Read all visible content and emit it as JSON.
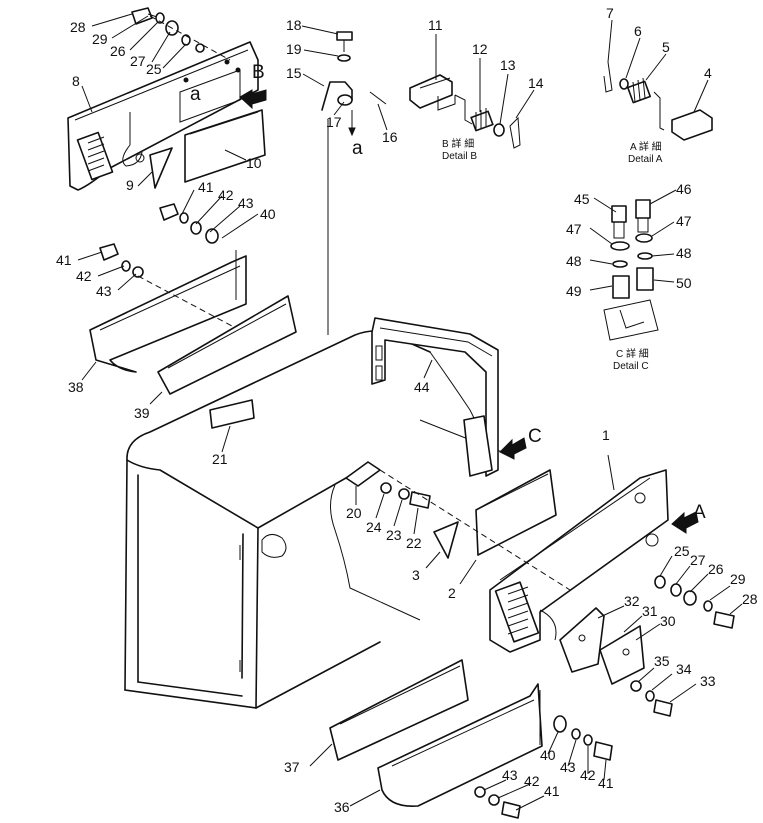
{
  "view_letters": {
    "a_upper": "a",
    "a_lower": "a",
    "B": "B",
    "A": "A",
    "C": "C"
  },
  "detail_captions": {
    "B": {
      "jp": "B 詳 細",
      "en": "Detail B"
    },
    "A": {
      "jp": "A 詳 細",
      "en": "Detail A"
    },
    "C": {
      "jp": "C 詳 細",
      "en": "Detail C"
    }
  },
  "callouts": [
    {
      "id": "c28a",
      "label": "28"
    },
    {
      "id": "c29a",
      "label": "29"
    },
    {
      "id": "c26a",
      "label": "26"
    },
    {
      "id": "c27a",
      "label": "27"
    },
    {
      "id": "c25a",
      "label": "25"
    },
    {
      "id": "c8",
      "label": "8"
    },
    {
      "id": "c9",
      "label": "9"
    },
    {
      "id": "c10",
      "label": "10"
    },
    {
      "id": "c18",
      "label": "18"
    },
    {
      "id": "c19",
      "label": "19"
    },
    {
      "id": "c15",
      "label": "15"
    },
    {
      "id": "c17",
      "label": "17"
    },
    {
      "id": "c16",
      "label": "16"
    },
    {
      "id": "c11",
      "label": "11"
    },
    {
      "id": "c12",
      "label": "12"
    },
    {
      "id": "c13",
      "label": "13"
    },
    {
      "id": "c14",
      "label": "14"
    },
    {
      "id": "c7",
      "label": "7"
    },
    {
      "id": "c6",
      "label": "6"
    },
    {
      "id": "c5",
      "label": "5"
    },
    {
      "id": "c4",
      "label": "4"
    },
    {
      "id": "c41a",
      "label": "41"
    },
    {
      "id": "c42a",
      "label": "42"
    },
    {
      "id": "c43a",
      "label": "43"
    },
    {
      "id": "c40a",
      "label": "40"
    },
    {
      "id": "c41b",
      "label": "41"
    },
    {
      "id": "c42b",
      "label": "42"
    },
    {
      "id": "c43b",
      "label": "43"
    },
    {
      "id": "c38",
      "label": "38"
    },
    {
      "id": "c39",
      "label": "39"
    },
    {
      "id": "c45",
      "label": "45"
    },
    {
      "id": "c46",
      "label": "46"
    },
    {
      "id": "c47a",
      "label": "47"
    },
    {
      "id": "c47b",
      "label": "47"
    },
    {
      "id": "c48a",
      "label": "48"
    },
    {
      "id": "c48b",
      "label": "48"
    },
    {
      "id": "c49",
      "label": "49"
    },
    {
      "id": "c50",
      "label": "50"
    },
    {
      "id": "c44",
      "label": "44"
    },
    {
      "id": "c21",
      "label": "21"
    },
    {
      "id": "c1",
      "label": "1"
    },
    {
      "id": "c20",
      "label": "20"
    },
    {
      "id": "c24",
      "label": "24"
    },
    {
      "id": "c23",
      "label": "23"
    },
    {
      "id": "c22",
      "label": "22"
    },
    {
      "id": "c3",
      "label": "3"
    },
    {
      "id": "c2",
      "label": "2"
    },
    {
      "id": "c25b",
      "label": "25"
    },
    {
      "id": "c27b",
      "label": "27"
    },
    {
      "id": "c26b",
      "label": "26"
    },
    {
      "id": "c29b",
      "label": "29"
    },
    {
      "id": "c28b",
      "label": "28"
    },
    {
      "id": "c32",
      "label": "32"
    },
    {
      "id": "c31",
      "label": "31"
    },
    {
      "id": "c30",
      "label": "30"
    },
    {
      "id": "c35",
      "label": "35"
    },
    {
      "id": "c34",
      "label": "34"
    },
    {
      "id": "c33",
      "label": "33"
    },
    {
      "id": "c37",
      "label": "37"
    },
    {
      "id": "c40b",
      "label": "40"
    },
    {
      "id": "c43c",
      "label": "43"
    },
    {
      "id": "c42c",
      "label": "42"
    },
    {
      "id": "c41c",
      "label": "41"
    },
    {
      "id": "c43d",
      "label": "43"
    },
    {
      "id": "c42d",
      "label": "42"
    },
    {
      "id": "c41d",
      "label": "41"
    },
    {
      "id": "c36",
      "label": "36"
    }
  ]
}
